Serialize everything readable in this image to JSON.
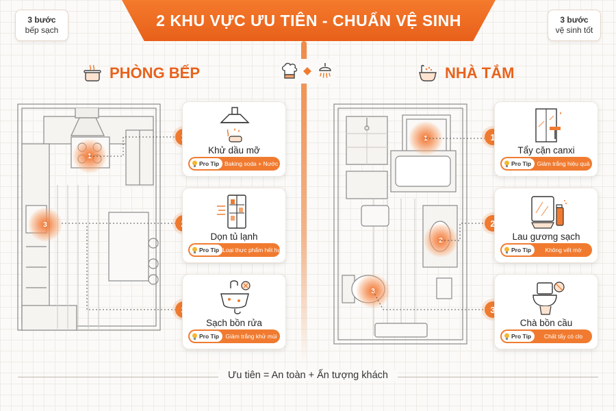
{
  "header": {
    "title": "2 KHU VỰC ƯU TIÊN - CHUẨN VỆ SINH",
    "left_badge": {
      "line1": "3 bước",
      "line2": "bếp sạch"
    },
    "right_badge": {
      "line1": "3 bước",
      "line2": "vệ sinh tốt"
    }
  },
  "kitchen": {
    "title": "PHÒNG BẾP",
    "hotspots": [
      "1",
      "3"
    ],
    "steps": [
      {
        "num": "1",
        "label": "Khử dầu mỡ",
        "tip_badge": "Pro Tip",
        "tip": "Baking soda + Nước"
      },
      {
        "num": "2",
        "label": "Dọn tủ lạnh",
        "tip_badge": "Pro Tip",
        "tip": "Loại thực phẩm hết hạn"
      },
      {
        "num": "3",
        "label": "Sạch bồn rửa",
        "tip_badge": "Pro Tip",
        "tip": "Giảm trắng khử mùi"
      }
    ]
  },
  "bathroom": {
    "title": "NHÀ TẮM",
    "hotspots": [
      "1",
      "2",
      "3"
    ],
    "steps": [
      {
        "num": "1",
        "label": "Tẩy cặn canxi",
        "tip_badge": "Pro Tip",
        "tip": "Giảm trắng hiệu quả"
      },
      {
        "num": "2",
        "label": "Lau gương sạch",
        "tip_badge": "Pro Tip",
        "tip": "Không vết mờ"
      },
      {
        "num": "3",
        "label": "Chà bồn cầu",
        "tip_badge": "Pro Tip",
        "tip": "Chất tẩy có clo"
      }
    ]
  },
  "footer": {
    "text": "Ưu tiên = An toàn + Ấn tượng khách"
  },
  "colors": {
    "accent": "#f07b30",
    "title": "#e8621c",
    "line": "#555555"
  },
  "icons": {
    "kitchen_title": "cooking-pot-icon",
    "bathroom_title": "bathtub-icon",
    "center": [
      "chef-hat-icon",
      "shower-icon"
    ],
    "kitchen_cards": [
      "range-hood-icon",
      "refrigerator-icon",
      "sink-icon"
    ],
    "bathroom_cards": [
      "shower-glass-squeegee-icon",
      "mirror-spray-icon",
      "toilet-icon"
    ],
    "tip": "lightbulb-icon"
  }
}
